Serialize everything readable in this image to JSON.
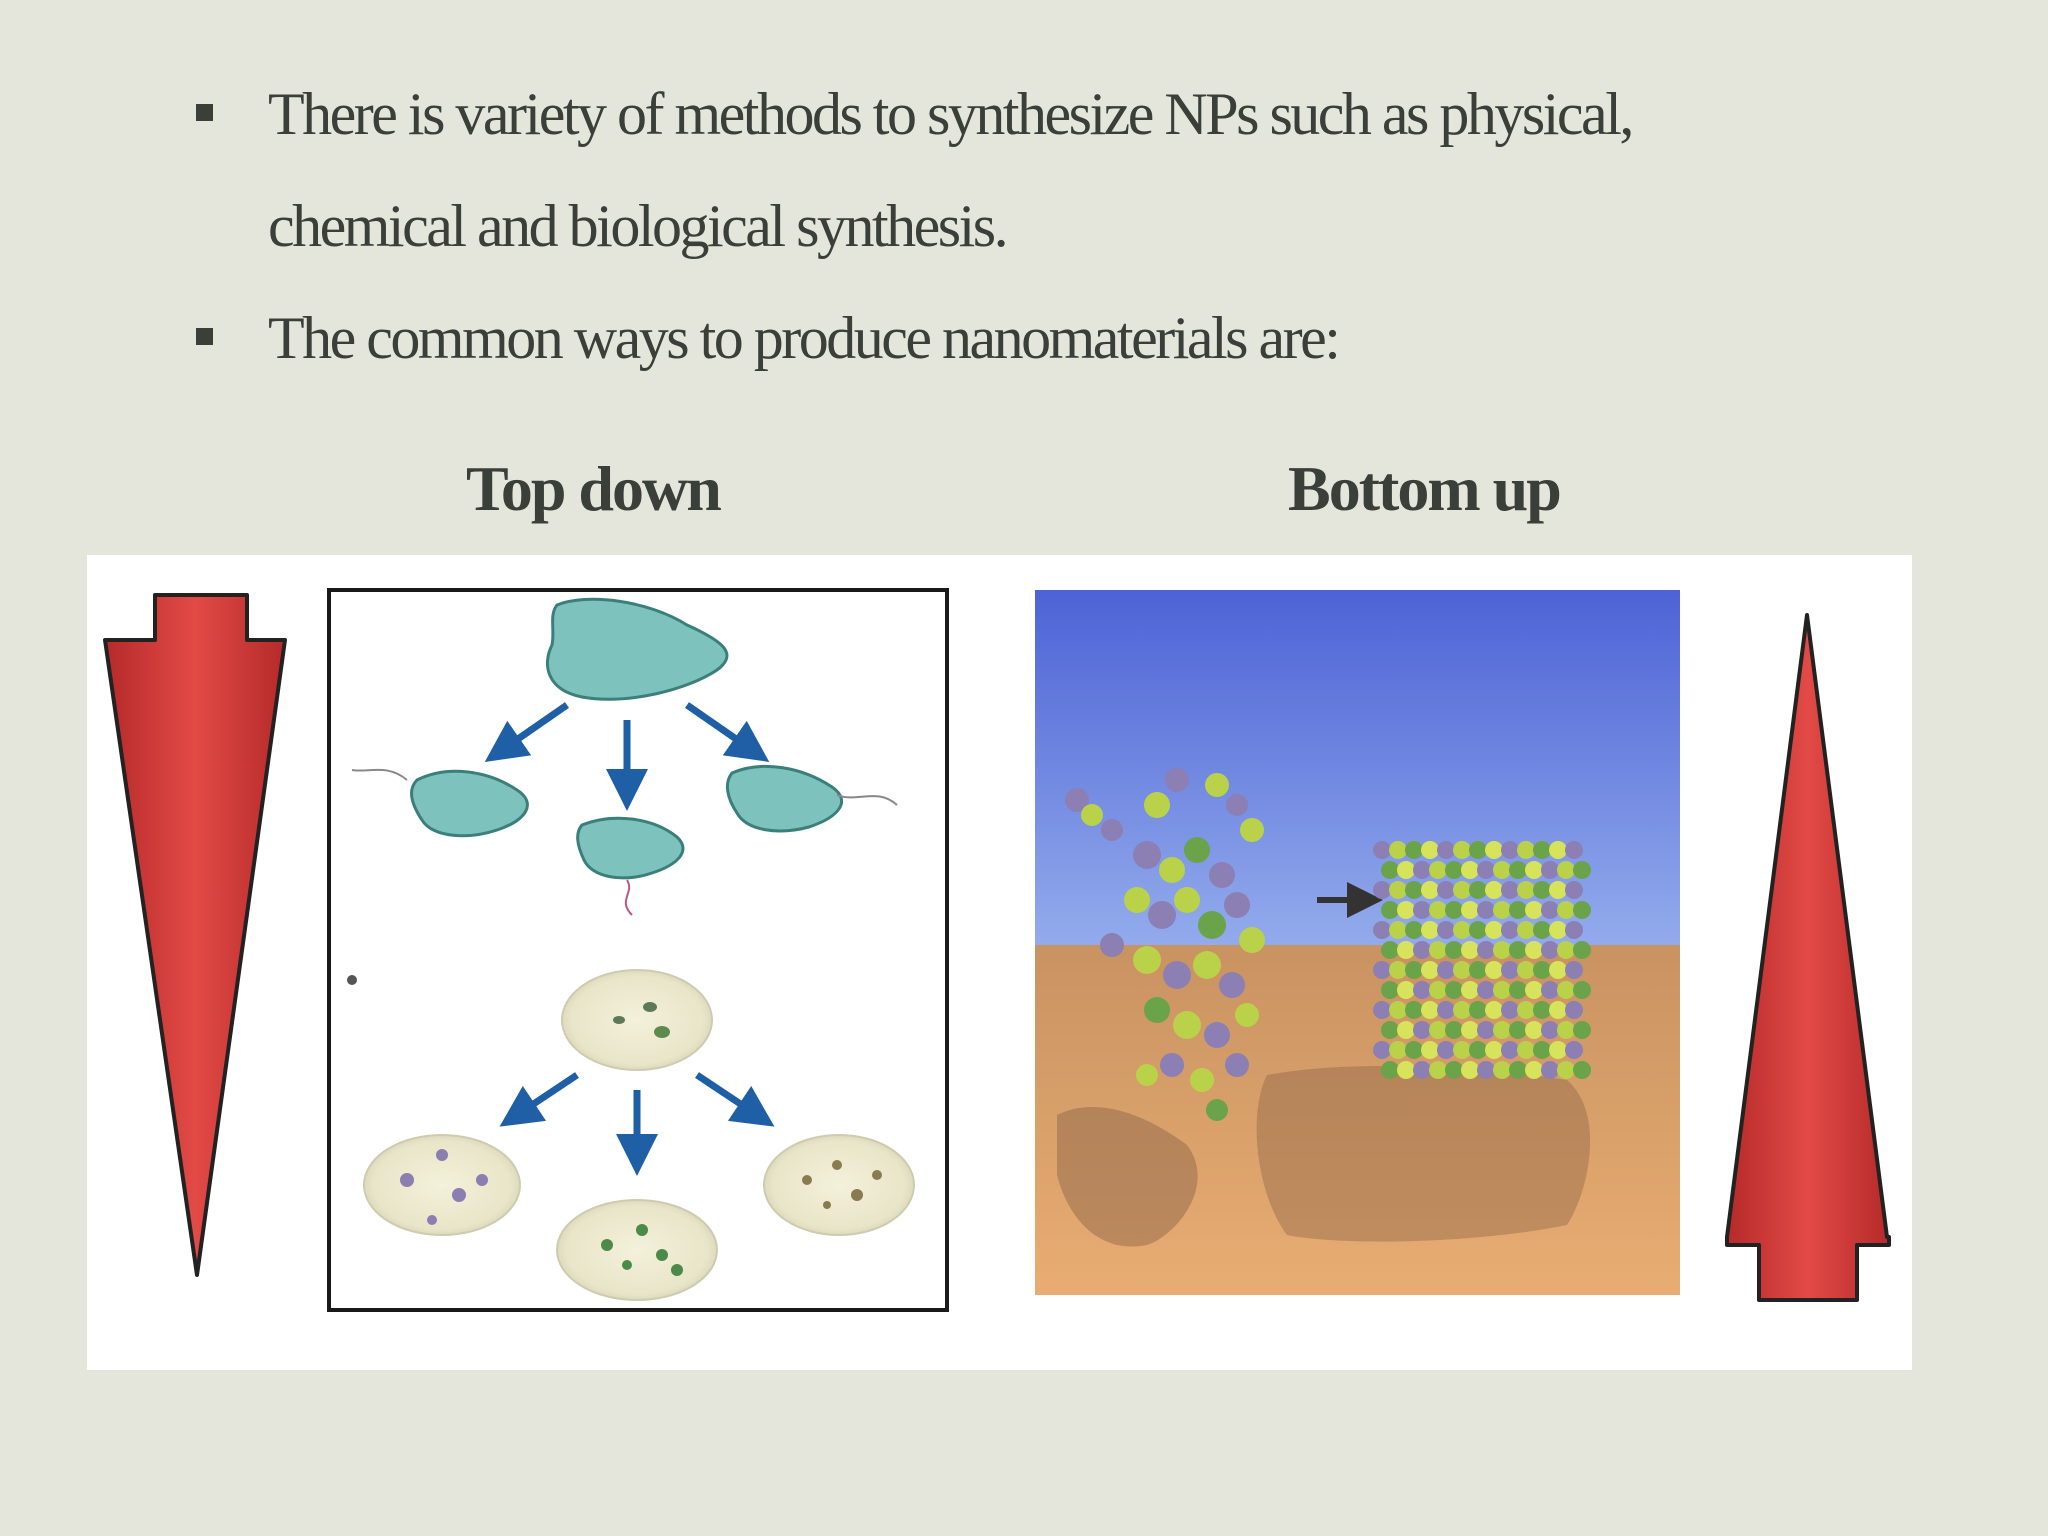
{
  "bullets": [
    {
      "line1": "There is variety of methods to synthesize NPs  such  as  physical,",
      "line2": "chemical and biological synthesis."
    },
    {
      "line1": "The common ways to  produce nanomaterials are:"
    }
  ],
  "headings": {
    "top_down": "Top down",
    "bottom_up": "Bottom up"
  },
  "colors": {
    "background": "#e4e6dc",
    "text": "#3b3f3a",
    "arrow_red": "#d9403e",
    "sky_blue": "#5b74d8",
    "ground_tan": "#d99f6a",
    "particle_teal": "#7dc2bd",
    "nav_arrow_blue": "#1f5fa6"
  }
}
